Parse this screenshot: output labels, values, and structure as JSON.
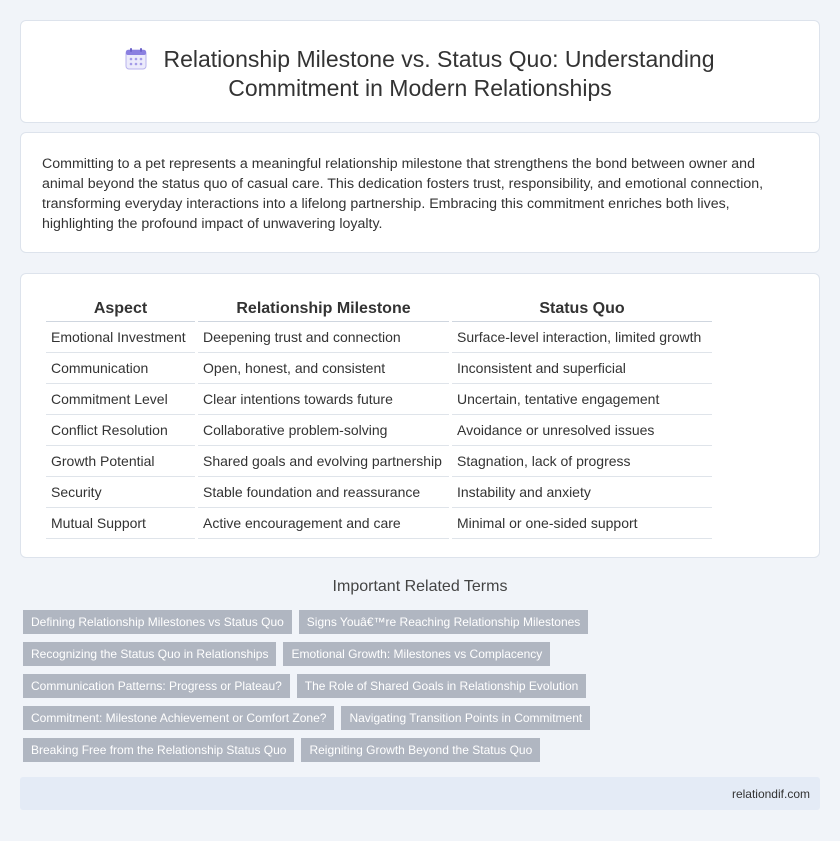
{
  "header": {
    "icon": "calendar-icon",
    "title": "Relationship Milestone vs. Status Quo: Understanding Commitment in Modern Relationships",
    "title_line1": "Relationship Milestone vs. Status Quo: Understanding",
    "title_line2": "Commitment in Modern Relationships"
  },
  "intro": {
    "text": "Committing to a pet represents a meaningful relationship milestone that strengthens the bond between owner and animal beyond the status quo of casual care. This dedication fosters trust, responsibility, and emotional connection, transforming everyday interactions into a lifelong partnership. Embracing this commitment enriches both lives, highlighting the profound impact of unwavering loyalty."
  },
  "table": {
    "headers": [
      "Aspect",
      "Relationship Milestone",
      "Status Quo"
    ],
    "rows": [
      [
        "Emotional Investment",
        "Deepening trust and connection",
        "Surface-level interaction, limited growth"
      ],
      [
        "Communication",
        "Open, honest, and consistent",
        "Inconsistent and superficial"
      ],
      [
        "Commitment Level",
        "Clear intentions towards future",
        "Uncertain, tentative engagement"
      ],
      [
        "Conflict Resolution",
        "Collaborative problem-solving",
        "Avoidance or unresolved issues"
      ],
      [
        "Growth Potential",
        "Shared goals and evolving partnership",
        "Stagnation, lack of progress"
      ],
      [
        "Security",
        "Stable foundation and reassurance",
        "Instability and anxiety"
      ],
      [
        "Mutual Support",
        "Active encouragement and care",
        "Minimal or one-sided support"
      ]
    ]
  },
  "related": {
    "heading": "Important Related Terms",
    "rows": [
      [
        "Defining Relationship Milestones vs Status Quo",
        "Signs Youâ€™re Reaching Relationship Milestones"
      ],
      [
        "Recognizing the Status Quo in Relationships",
        "Emotional Growth: Milestones vs Complacency"
      ],
      [
        "Communication Patterns: Progress or Plateau?",
        "The Role of Shared Goals in Relationship Evolution"
      ],
      [
        "Commitment: Milestone Achievement or Comfort Zone?",
        "Navigating Transition Points in Commitment"
      ],
      [
        "Breaking Free from the Relationship Status Quo",
        "Reigniting Growth Beyond the Status Quo"
      ]
    ]
  },
  "footer": {
    "site": "relationdif.com"
  },
  "colors": {
    "background": "#f1f4f9",
    "card": "#ffffff",
    "tag": "#b0b6c1",
    "footer": "#e4ebf6",
    "icon_accent": "#8a7fe0"
  }
}
